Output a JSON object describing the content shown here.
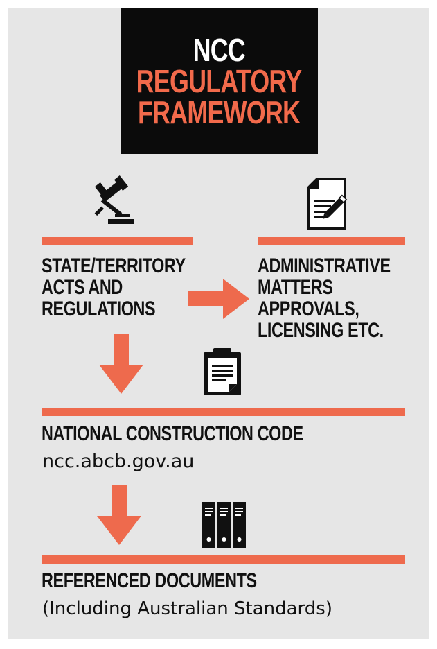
{
  "title": {
    "line1": "NCC",
    "line2": "REGULATORY",
    "line3": "FRAMEWORK"
  },
  "boxes": {
    "state_acts": {
      "lines": [
        "STATE/TERRITORY",
        "ACTS AND",
        "REGULATIONS"
      ]
    },
    "admin_matters": {
      "lines": [
        "ADMINISTRATIVE",
        "MATTERS",
        "APPROVALS,",
        "LICENSING ETC."
      ]
    },
    "ncc": {
      "heading": "NATIONAL CONSTRUCTION CODE",
      "subtext": "ncc.abcb.gov.au"
    },
    "referenced": {
      "heading": "REFERENCED DOCUMENTS",
      "subtext": "(Including Australian Standards)"
    }
  },
  "icons": {
    "gavel": "gavel-icon",
    "document_edit": "document-pencil-icon",
    "clipboard": "clipboard-icon",
    "binders": "binders-icon"
  },
  "colors": {
    "background": "#e6e6e6",
    "title_bg": "#0b0b0b",
    "title_main": "#ffffff",
    "accent": "#ee6a4d",
    "text": "#111111"
  }
}
